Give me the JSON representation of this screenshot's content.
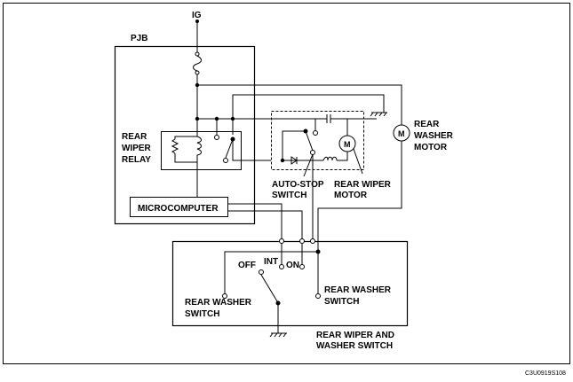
{
  "diagram": {
    "labels": {
      "ig": "IG",
      "pjb": "PJB",
      "rear_wiper_relay": [
        "REAR",
        "WIPER",
        "RELAY"
      ],
      "microcomputer": "MICROCOMPUTER",
      "auto_stop_switch": [
        "AUTO-STOP",
        "SWITCH"
      ],
      "rear_wiper_motor": [
        "REAR WIPER",
        "MOTOR"
      ],
      "rear_washer_motor": [
        "REAR",
        "WASHER",
        "MOTOR"
      ],
      "motor_symbol": "M",
      "off": "OFF",
      "int": "INT",
      "on": "ON",
      "rear_washer_switch_left": [
        "REAR WASHER",
        "SWITCH"
      ],
      "rear_washer_switch_right": [
        "REAR WASHER",
        "SWITCH"
      ],
      "rear_wiper_and_washer_switch": [
        "REAR WIPER AND",
        "WASHER SWITCH"
      ],
      "figure_ref": "C3U0919S108"
    }
  }
}
